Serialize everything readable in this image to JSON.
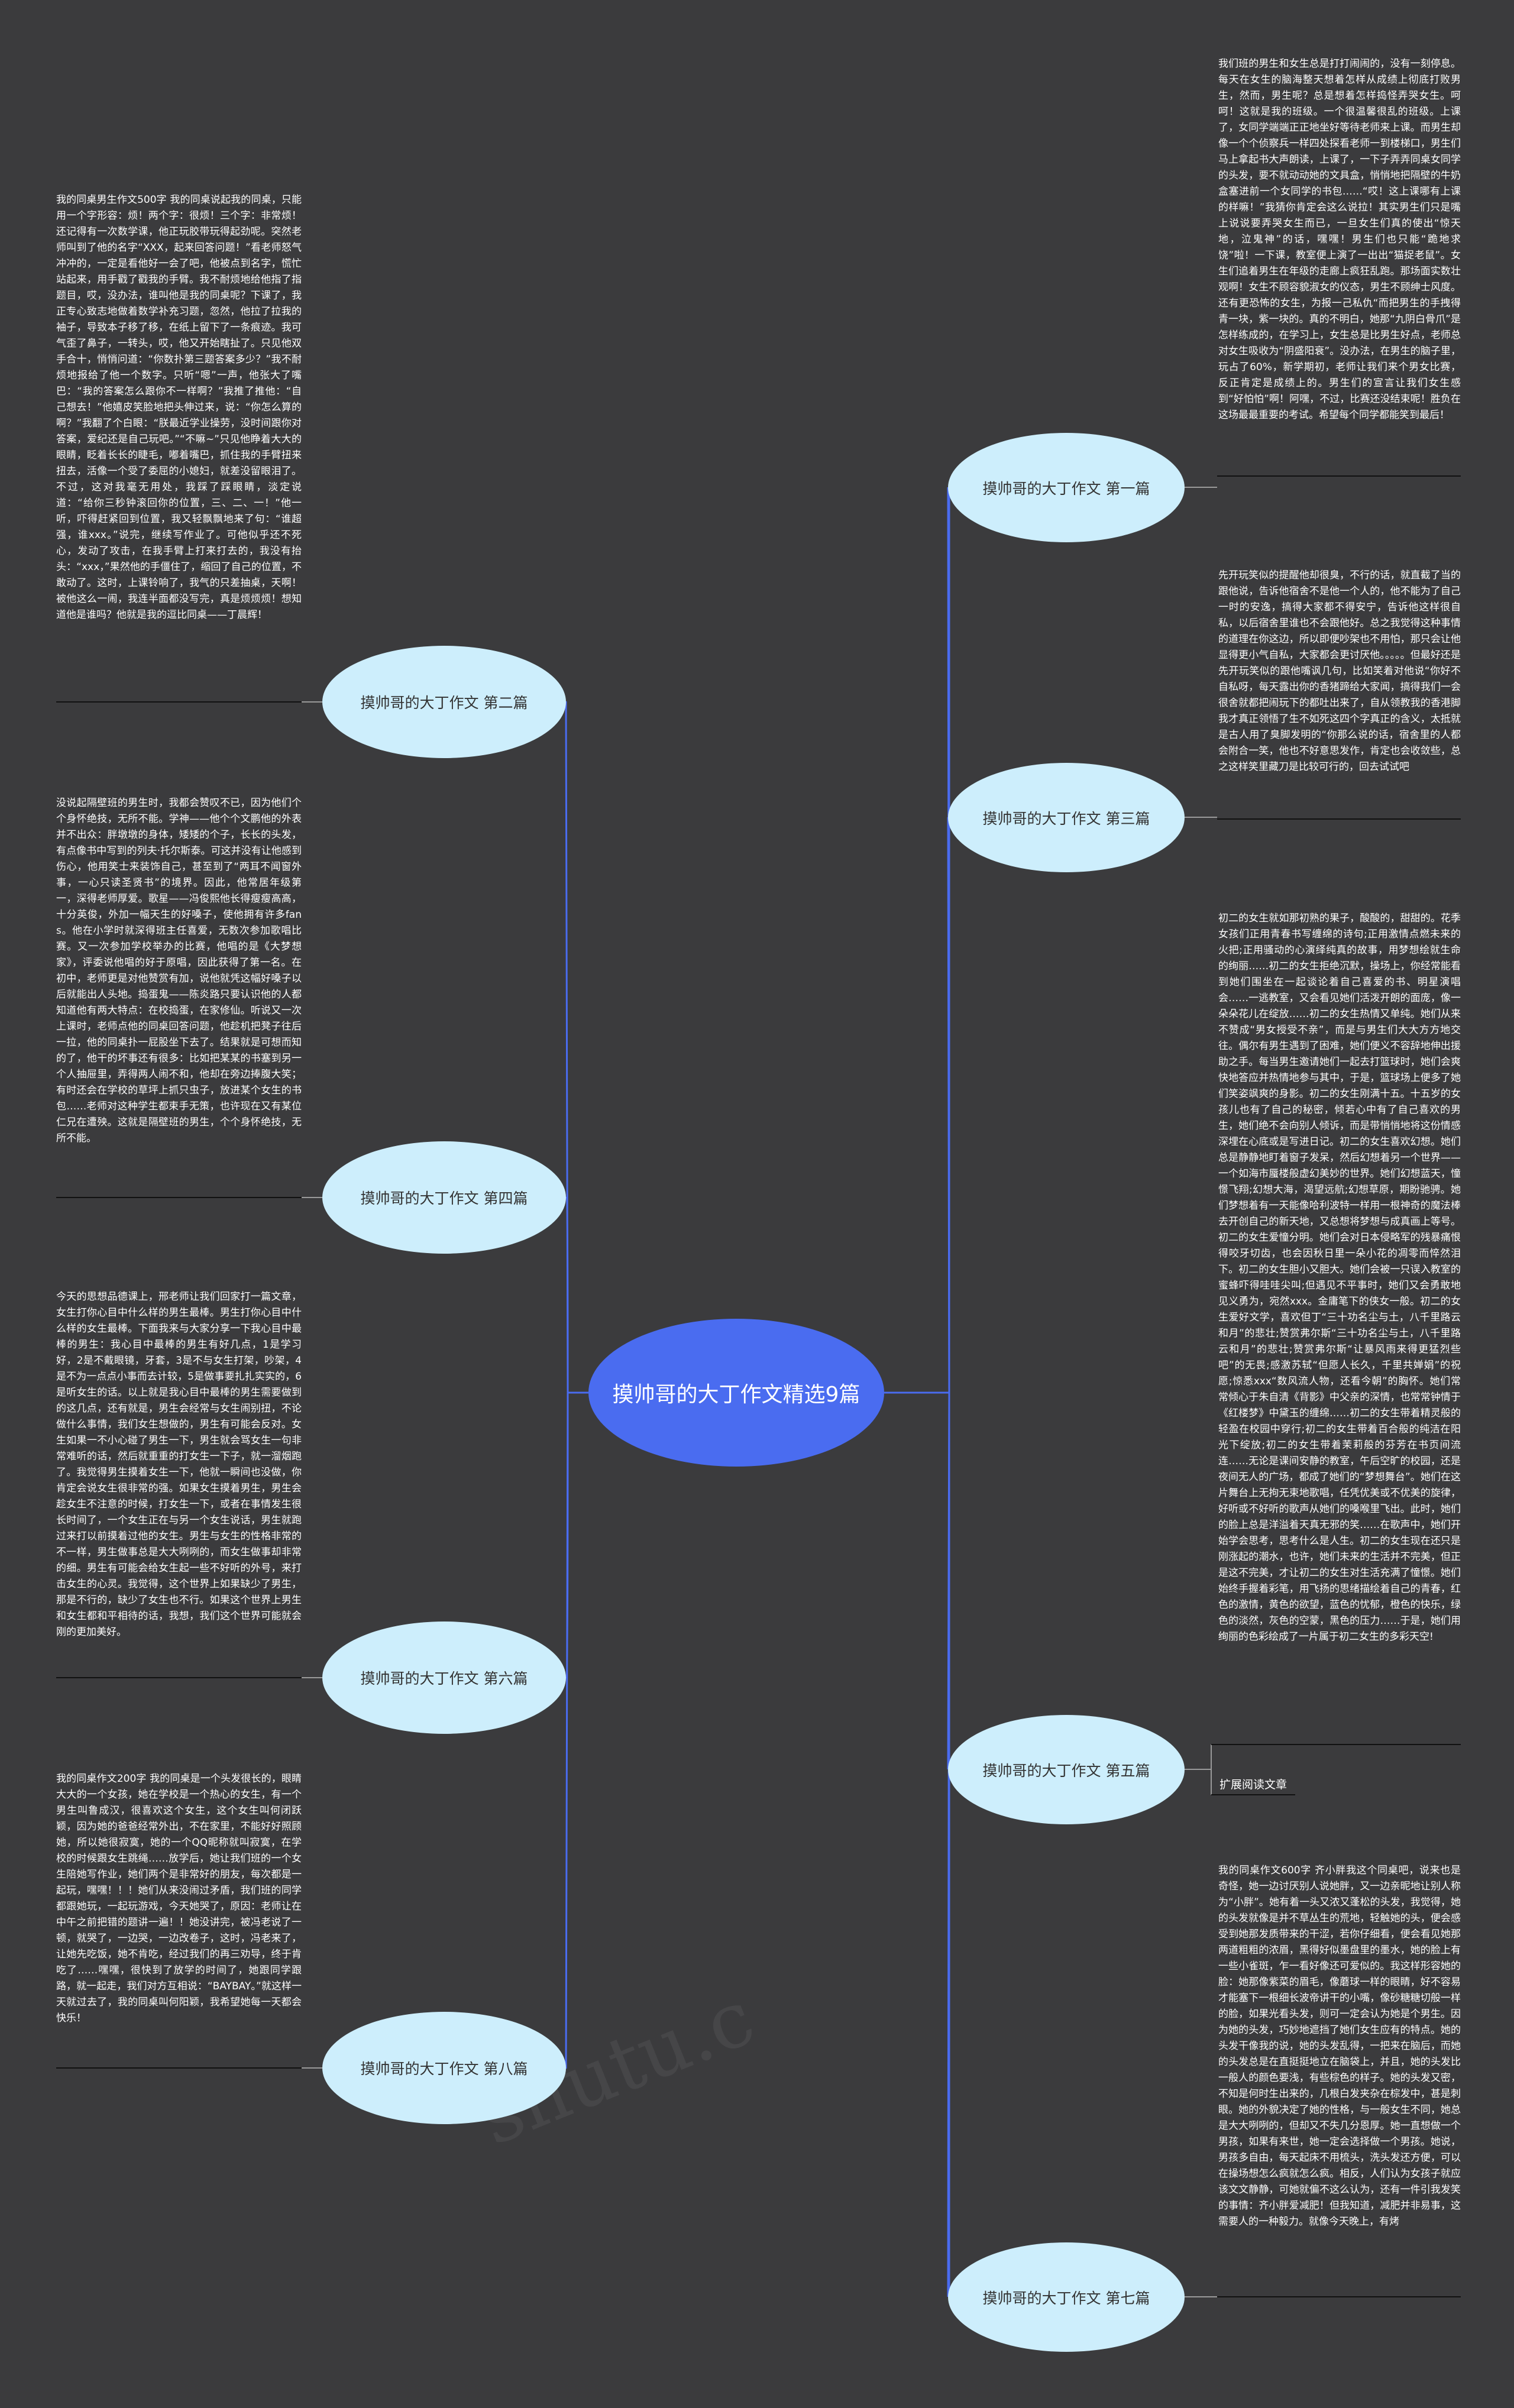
{
  "root": {
    "label": "摸帅哥的大丁作文精选9篇"
  },
  "branches": [
    {
      "id": "b1",
      "label": "摸帅哥的大丁作文 第一篇",
      "text": "我们班的男生和女生总是打打闹闹的，没有一刻停息。每天在女生的脑海整天想着怎样从成绩上彻底打败男生，然而，男生呢？总是想着怎样捣怪弄哭女生。呵呵！这就是我的班级。一个很温馨很乱的班级。上课了，女同学端端正正地坐好等待老师来上课。而男生却像一个个侦察兵一样四处探看老师一到楼梯口，男生们马上拿起书大声朗读，上课了，一下子弄弄同桌女同学的头发，要不就动动她的文具盒，悄悄地把隔壁的牛奶盒塞进前一个女同学的书包……“哎！这上课哪有上课的样嘛！”我猜你肯定会这么说拉！其实男生们只是嘴上说说要弄哭女生而已，一旦女生们真的使出“惊天地，泣鬼神”的话，嘿嘿！男生们也只能“跪地求饶”啦！一下课，教室便上演了一出出“猫捉老鼠”。女生们追着男生在年级的走廊上疯狂乱跑。那场面实数壮观啊！女生不顾容貌淑女的仪态，男生不顾绅士风度。还有更恐怖的女生，为报一己私仇“而把男生的手拽得青一块，紫一块的。真的不明白，她那“九阴白骨爪”是怎样练成的，在学习上，女生总是比男生好点，老师总对女生吸收为“阴盛阳衰”。没办法，在男生的脑子里，玩占了60%，新学期初，老师让我们来个男女比赛，反正肯定是成绩上的。男生们的宣言让我们女生感到“好怕怕”啊！阿嘿，不过，比赛还没结束呢！胜负在这场最最重要的考试。希望每个同学都能笑到最后！"
    },
    {
      "id": "b2",
      "label": "摸帅哥的大丁作文 第二篇",
      "text": "我的同桌男生作文500字 我的同桌说起我的同桌，只能用一个字形容：烦！两个字：很烦！三个字：非常烦！还记得有一次数学课，他正玩胶带玩得起劲呢。突然老师叫到了他的名字“XXX，起来回答问题！”看老师怒气冲冲的，一定是看他好一会了吧，他被点到名字，慌忙站起来，用手戳了戳我的手臂。我不耐烦地给他指了指题目，哎，没办法，谁叫他是我的同桌呢？下课了，我正专心致志地做着数学补充习题，忽然，他拉了拉我的袖子，导致本子移了移，在纸上留下了一条痕迹。我可气歪了鼻子，一转头，哎，他又开始瞎扯了。只见他双手合十，悄悄问道：“你数扑第三题答案多少？”我不耐烦地报给了他一个数字。只听“嗯”一声，他张大了嘴巴：“我的答案怎么跟你不一样啊？”我推了推他：“自己想去！”他嬉皮笑脸地把头伸过来，说：“你怎么算的啊？”我翻了个白眼：“朕最近学业操劳，没时间跟你对答案，爱纪还是自己玩吧。”“不嘛~”只见他睁着大大的眼睛，眨着长长的睫毛，嘟着嘴巴，抓住我的手臂扭来扭去，活像一个受了委屈的小媳妇，就差没留眼泪了。不过，这对我毫无用处，我踩了踩眼睛，淡定说道：“给你三秒钟滚回你的位置，三、二、一！”他一听，吓得赶紧回到位置，我又轻飘飘地来了句：“谁超强，谁xxx。”说完，继续写作业了。可他似乎还不死心，发动了攻击，在我手臂上打来打去的，我没有抬头：“xxx，”果然他的手僵住了，缩回了自己的位置，不敢动了。这时，上课铃响了，我气的只差抽桌，天啊！被他这么一闹，我连半面都没写完，真是烦烦烦！想知道他是谁吗？他就是我的逗比同桌——丁晨辉！"
    },
    {
      "id": "b3",
      "label": "摸帅哥的大丁作文 第三篇",
      "text": "先开玩笑似的提醒他却很臭，不行的话，就直截了当的跟他说，告诉他宿舍不是他一个人的，他不能为了自己一时的安逸，搞得大家都不得安宁，告诉他这样很自私，以后宿舍里谁也不会跟他好。总之我觉得这种事情的道理在你这边，所以即便吵架也不用怕，那只会让他显得更小气自私，大家都会更讨厌他。。。。。但最好还是先开玩笑似的跟他嘴讽几句，比如笑着对他说“你好不自私呀，每天露出你的香猪蹄给大家闻，搞得我们一会很舍就都把闹玩下的都吐出来了，自从领教我的香港脚我才真正领悟了生不如死这四个字真正的含义，太抵就是古人用了臭脚发明的“你那么说的话，宿舍里的人都会附合一笑，他也不好意思发作，肯定也会收敛些，总之这样笑里藏刀是比较可行的，回去试试吧"
    },
    {
      "id": "b4",
      "label": "摸帅哥的大丁作文 第四篇",
      "text": "没说起隔壁班的男生时，我都会赞叹不已，因为他们个个身怀绝技，无所不能。学神——他个个文鹏他的外表并不出众：胖墩墩的身体，矮矮的个子，长长的头发，有点像书中写到的列夫·托尔斯泰。可这并没有让他感到伤心，他用笑士来装饰自己，甚至到了“两耳不闻窗外事，一心只读圣贤书”的境界。因此，他常居年级第一，深得老师厚爱。歌星——冯俊熙他长得瘦瘦高高，十分英俊，外加一幅天生的好嗓子，使他拥有许多fans。他在小学时就深得班主任喜爱，无数次参加歌唱比赛。又一次参加学校举办的比赛，他唱的是《大梦想家》，评委说他唱的好于原唱，因此获得了第一名。在初中，老师更是对他赞赏有加，说他就凭这幅好嗓子以后就能出人头地。捣蛋鬼——陈炎路只要认识他的人都知道他有两大特点：在校捣蛋，在家修仙。听说又一次上课时，老师点他的同桌回答问题，他趁机把凳子往后一拉，他的同桌扑一屁股坐下去了。结果就是可想而知的了，他干的坏事还有很多：比如把某某的书塞到另一个人抽屉里，弄得两人闹不和，他却在旁边捧腹大笑；有时还会在学校的草坪上抓只虫子，放进某个女生的书包……老师对这种学生都束手无策，也许现在又有某位仁兄在遭殃。这就是隔壁班的男生，个个身怀绝技，无所不能。"
    },
    {
      "id": "b5",
      "label": "摸帅哥的大丁作文 第五篇",
      "text": "初二的女生就如那初熟的果子，酸酸的，甜甜的。花季女孩们正用青春书写缠绵的诗句;正用激情点燃未来的火把;正用骚动的心演绎纯真的故事，用梦想绘就生命的绚丽……初二的女生拒绝沉默，操场上，你经常能看到她们围坐在一起谈论着自己喜爱的书、明星演唱会……一逃教室，又会看见她们活泼开朗的面庞，像一朵朵花儿在绽放……初二的女生热情又单纯。她们从来不赞成“男女授受不亲”，而是与男生们大大方方地交往。偶尔有男生遇到了困难，她们便义不容辞地伸出援助之手。每当男生邀请她们一起去打篮球时，她们会爽快地答应并热情地参与其中，于是，篮球场上便多了她们笑姿飒爽的身影。初二的女生刚满十五。十五岁的女孩儿也有了自己的秘密，倾若心中有了自己喜欢的男生，她们绝不会向别人倾诉，而是带悄悄地将这份情感深埋在心底或是写进日记。初二的女生喜欢幻想。她们总是静静地盯着窗子发呆，然后幻想着另一个世界——一个如海市蜃楼般虚幻美妙的世界。她们幻想蓝天，憧憬飞翔;幻想大海，渴望远航;幻想草原，期盼驰骋。她们梦想着有一天能像哈利波特一样用一根神奇的魔法棒去开创自己的新天地，又总想将梦想与成真画上等号。初二的女生爱憧分明。她们会对日本侵略军的残暴痛恨得咬牙切齿，也会因秋日里一朵小花的凋零而悴然泪下。初二的女生胆小又胆大。她们会被一只误入教室的蜜蜂吓得哇哇尖叫;但遇见不平事时，她们又会勇敢地见义勇为，宛然xxx。金庸笔下的侠女一般。初二的女生爱好文学，喜欢但丁“三十功名尘与土，八千里路云和月”的悲壮;赞赏弗尔斯“三十功名尘与土，八千里路云和月”的悲壮;赞赏弗尔斯“让暴风雨来得更猛烈些吧”的无畏;感激苏轼“但愿人长久，千里共婵娟”的祝愿;惊悉xxx“数风流人物，还看今朝”的胸怀。她们常常倾心于朱自清《背影》中父亲的深情，也常常钟情于《红楼梦》中黛玉的缠绵……初二的女生带着精灵般的轻盈在校园中穿行;初二的女生带着百合般的纯洁在阳光下绽放;初二的女生带着茉莉般的芬芳在书页间流连……无论是课间安静的教室，午后空旷的校园，还是夜间无人的广场，都成了她们的“梦想舞台”。她们在这片舞台上无拘无束地歌唱，任凭优美或不优美的旋律，好听或不好听的歌声从她们的嗓喉里飞出。此时，她们的脸上总是洋溢着天真无邪的笑……在歌声中，她们开始学会思考，思考什么是人生。初二的女生现在还只是刚涨起的潮水，也许，她们未来的生活并不完美，但正是这不完美，才让初二的女生对生活充满了憧憬。她们始终手握着彩笔，用飞扬的思绪描绘着自己的青春，红色的激情，黄色的欲望，蓝色的忧郁，橙色的快乐，绿色的淡然，灰色的空蒙，黑色的压力……于是，她们用绚丽的色彩绘成了一片属于初二女生的多彩天空!",
      "sub": "扩展阅读文章"
    },
    {
      "id": "b6",
      "label": "摸帅哥的大丁作文 第六篇",
      "text": "今天的思想品德课上，邢老师让我们回家打一篇文章，女生打你心目中什么样的男生最棒。男生打你心目中什么样的女生最棒。下面我来与大家分享一下我心目中最棒的男生：我心目中最棒的男生有好几点，1是学习好，2是不戴眼镜，牙套，3是不与女生打架，吵架，4是不为一点点小事而去计较，5是做事要扎扎实实的，6是听女生的话。以上就是我心目中最棒的男生需要做到的这几点，还有就是，男生会经常与女生闹别扭，不论做什么事情，我们女生想做的，男生有可能会反对。女生如果一不小心碰了男生一下，男生就会骂女生一句非常难听的话，然后就重重的打女生一下子，就一溜烟跑了。我觉得男生摸着女生一下，他就一瞬间也没做，你肯定会说女生很非常的强。如果女生摸着男生，男生会趁女生不注意的时候，打女生一下，或者在事情发生很长时间了，一个女生正在与另一个女生说话，男生就跑过来打以前摸着过他的女生。男生与女生的性格非常的不一样，男生做事总是大大咧咧的，而女生做事却非常的细。男生有可能会给女生起一些不好听的外号，来打击女生的心灵。我觉得，这个世界上如果缺少了男生，那是不行的，缺少了女生也不行。如果这个世界上男生和女生都和平相待的话，我想，我们这个世界可能就会刚的更加美好。"
    },
    {
      "id": "b7",
      "label": "摸帅哥的大丁作文 第七篇",
      "text": "我的同桌作文600字 齐小胖我这个同桌吧，说来也是奇怪，她一边讨厌别人说她胖，又一边亲昵地让别人称为“小胖”。她有着一头又浓又蓬松的头发，我觉得，她的头发就像是并不草丛生的荒地，轻触她的头，便会感受到她那发质带来的干涩，若你仔细看，便会看见她那两道粗粗的浓眉，黑得好似墨盘里的墨水，她的脸上有一些小雀斑，乍一看好像还可爱似的。我这样形容她的脸：她那像紫菜的眉毛，像蘑球一样的眼睛，好不容易才能塞下一根细长波帝讲干的小嘴，像砂糖糖切般一样的脸，如果光看头发，则可一定会认为她是个男生。因为她的头发，巧妙地遮挡了她们女生应有的特点。她的头发干像我的说，她的头发乱得，一把来在脑后，而她的头发总是在直挺挺地立在脑袋上，并且，她的头发比一般人的颜色要浅，有些棕色的样子。她的头发又密，不知是何时生出来的，几根白发夹杂在棕发中，甚是刺眼。她的外貌决定了她的性格，与一般女生不同，她总是大大咧咧的，但却又不失几分恩厚。她一直想做一个男孩，如果有来世，她一定会选择做一个男孩。她说，男孩多自由，每天起床不用梳头，洗头发还方便，可以在操场想怎么疯就怎么疯。相反，人们认为女孩子就应该文文静静，可她就偏不这么认为，还有一件引我发笑的事情：齐小胖爱减肥！但我知道，减肥并非易事，这需要人的一种毅力。就像今天晚上，有烤"
    },
    {
      "id": "b8",
      "label": "摸帅哥的大丁作文 第八篇",
      "text": "我的同桌作文200字 我的同桌是一个头发很长的，眼睛大大的一个女孩，她在学校是一个热心的女生，有一个男生叫鲁成汉，很喜欢这个女生，这个女生叫何闭跃颖，因为她的爸爸经常外出，不在家里，不能好好照顾她，所以她很寂寞，她的一个QQ昵称就叫寂寞，在学校的时候跟女生跳绳……放学后，她让我们班的一个女生陪她写作业，她们两个是非常好的朋友，每次都是一起玩，嘿嘿！！！她们从来没闹过矛盾，我们班的同学都跟她玩，一起玩游戏，今天她哭了，原因：老师让在中午之前把错的题讲一遍！！她没讲完，被冯老说了一顿，就哭了，一边哭，一边改卷子，这时，冯老来了，让她先吃饭，她不肯吃，经过我们的再三劝导，终于肯吃了……嘿嘿，很快到了放学的时间了，她跟同学跟路，就一起走，我们对方互相说：“BAYBAY。”就这样一天就过去了，我的同桌叫何阳颖，我希望她每一天都会快乐！"
    }
  ],
  "watermark": "shutu.c"
}
